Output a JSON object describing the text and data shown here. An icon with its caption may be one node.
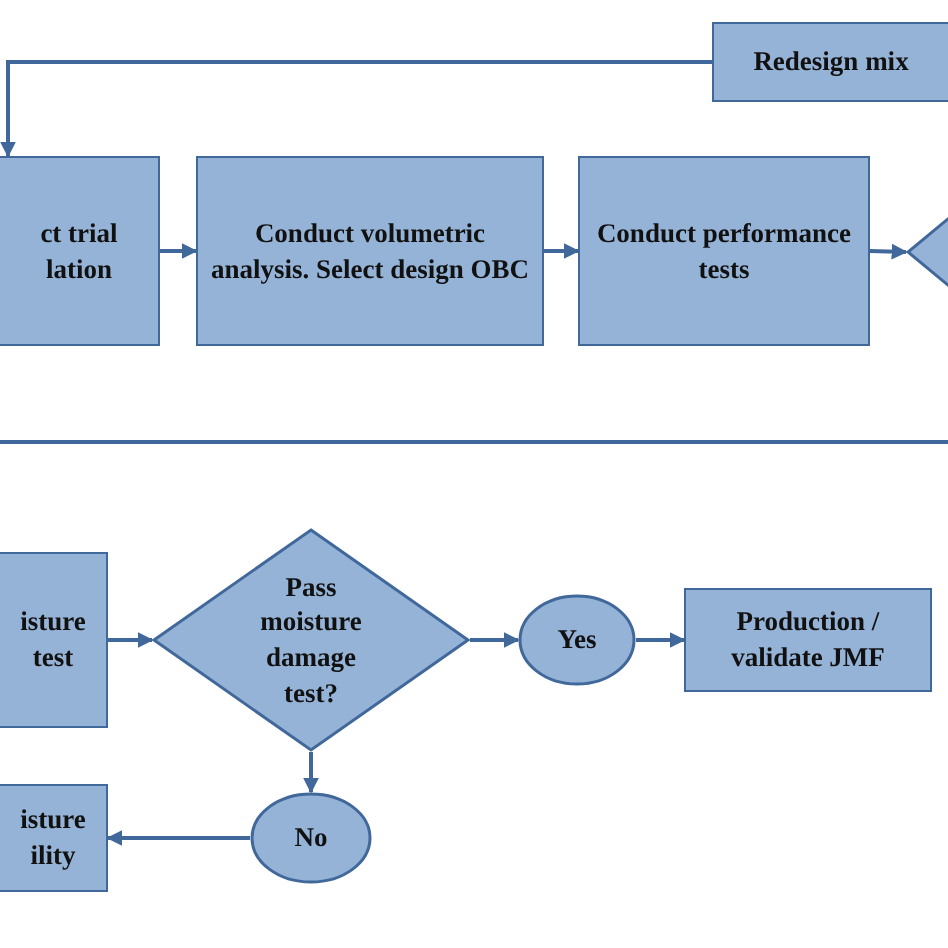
{
  "diagram": {
    "nodes": [
      {
        "text": [
          "Redesign mix"
        ]
      },
      {
        "text": [
          "ct trial lation"
        ]
      },
      {
        "text": [
          "Conduct volumetric analysis. Select design OBC"
        ]
      },
      {
        "text": [
          "Conduct performance tests"
        ]
      },
      {
        "text": [],
        "shape": "diamond"
      },
      {
        "text": [
          "isture test"
        ]
      },
      {
        "text": [
          "Pass moisture damage test?"
        ]
      },
      {
        "text": [
          "Yes"
        ]
      },
      {
        "text": [
          "Production / validate JMF"
        ]
      },
      {
        "text": [
          "No"
        ]
      },
      {
        "text": [
          "isture ility"
        ]
      }
    ],
    "edges": [
      {
        "from": 0,
        "to": 1,
        "arrow": "to"
      },
      {
        "from": 1,
        "to": 2,
        "arrow": "to"
      },
      {
        "from": 2,
        "to": 3,
        "arrow": "to"
      },
      {
        "from": 3,
        "to": 4,
        "arrow": "to"
      },
      {
        "from": 5,
        "to": 6,
        "arrow": "to"
      },
      {
        "from": 6,
        "to": 7,
        "arrow": "to"
      },
      {
        "from": 7,
        "to": 8,
        "arrow": "to"
      },
      {
        "from": 6,
        "to": 9,
        "arrow": "to"
      },
      {
        "from": 9,
        "to": 10,
        "arrow": "to"
      }
    ]
  }
}
